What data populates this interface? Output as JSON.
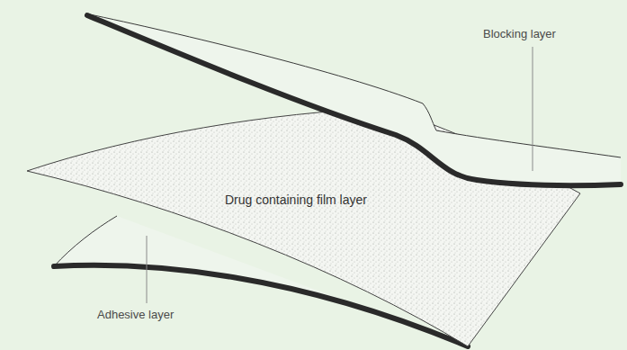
{
  "diagram": {
    "labels": [
      "Blocking layer",
      "Drug containing film layer",
      "Adhesive layer"
    ]
  }
}
